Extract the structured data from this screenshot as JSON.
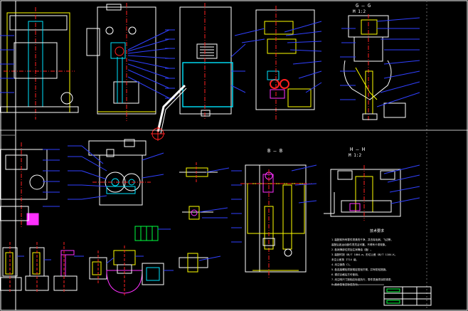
{
  "drawing": {
    "section_gg": "G — G",
    "section_gg_scale": "M 1:2",
    "section_bb": "B — B",
    "section_hh": "H — H",
    "section_hh_scale": "M 1:2",
    "notes_title": "技术要求",
    "notes": [
      "1.装配前所有零件须清洗干净，并去除毛刺、飞边等，",
      "   装配后各运动部件须灵活可靠，不得有卡滞现象。",
      "2.各润滑部位须加注润滑油（脂）。",
      "3.装配时按 GB/T 1804-m，形位公差 GB/T 1184-K。",
      "   未注公差按 IT14 级。",
      "4.未注倒角 C1。",
      "5.各连接螺栓须按规定扭矩拧紧，并有防松措施。",
      "6.调试合格后方可使用。",
      "7.未注明尺寸按相应标准执行，零件表面须涂防锈漆。",
      "8.其余按有关标准执行。"
    ]
  },
  "colors": {
    "bg": "#000000",
    "frame": "#ffffff",
    "cyan": "#00e5ff",
    "yellow": "#ffff00",
    "blue": "#3040ff",
    "red": "#ff2020",
    "green": "#00ff40",
    "magenta": "#ff30ff",
    "white": "#ffffff"
  }
}
